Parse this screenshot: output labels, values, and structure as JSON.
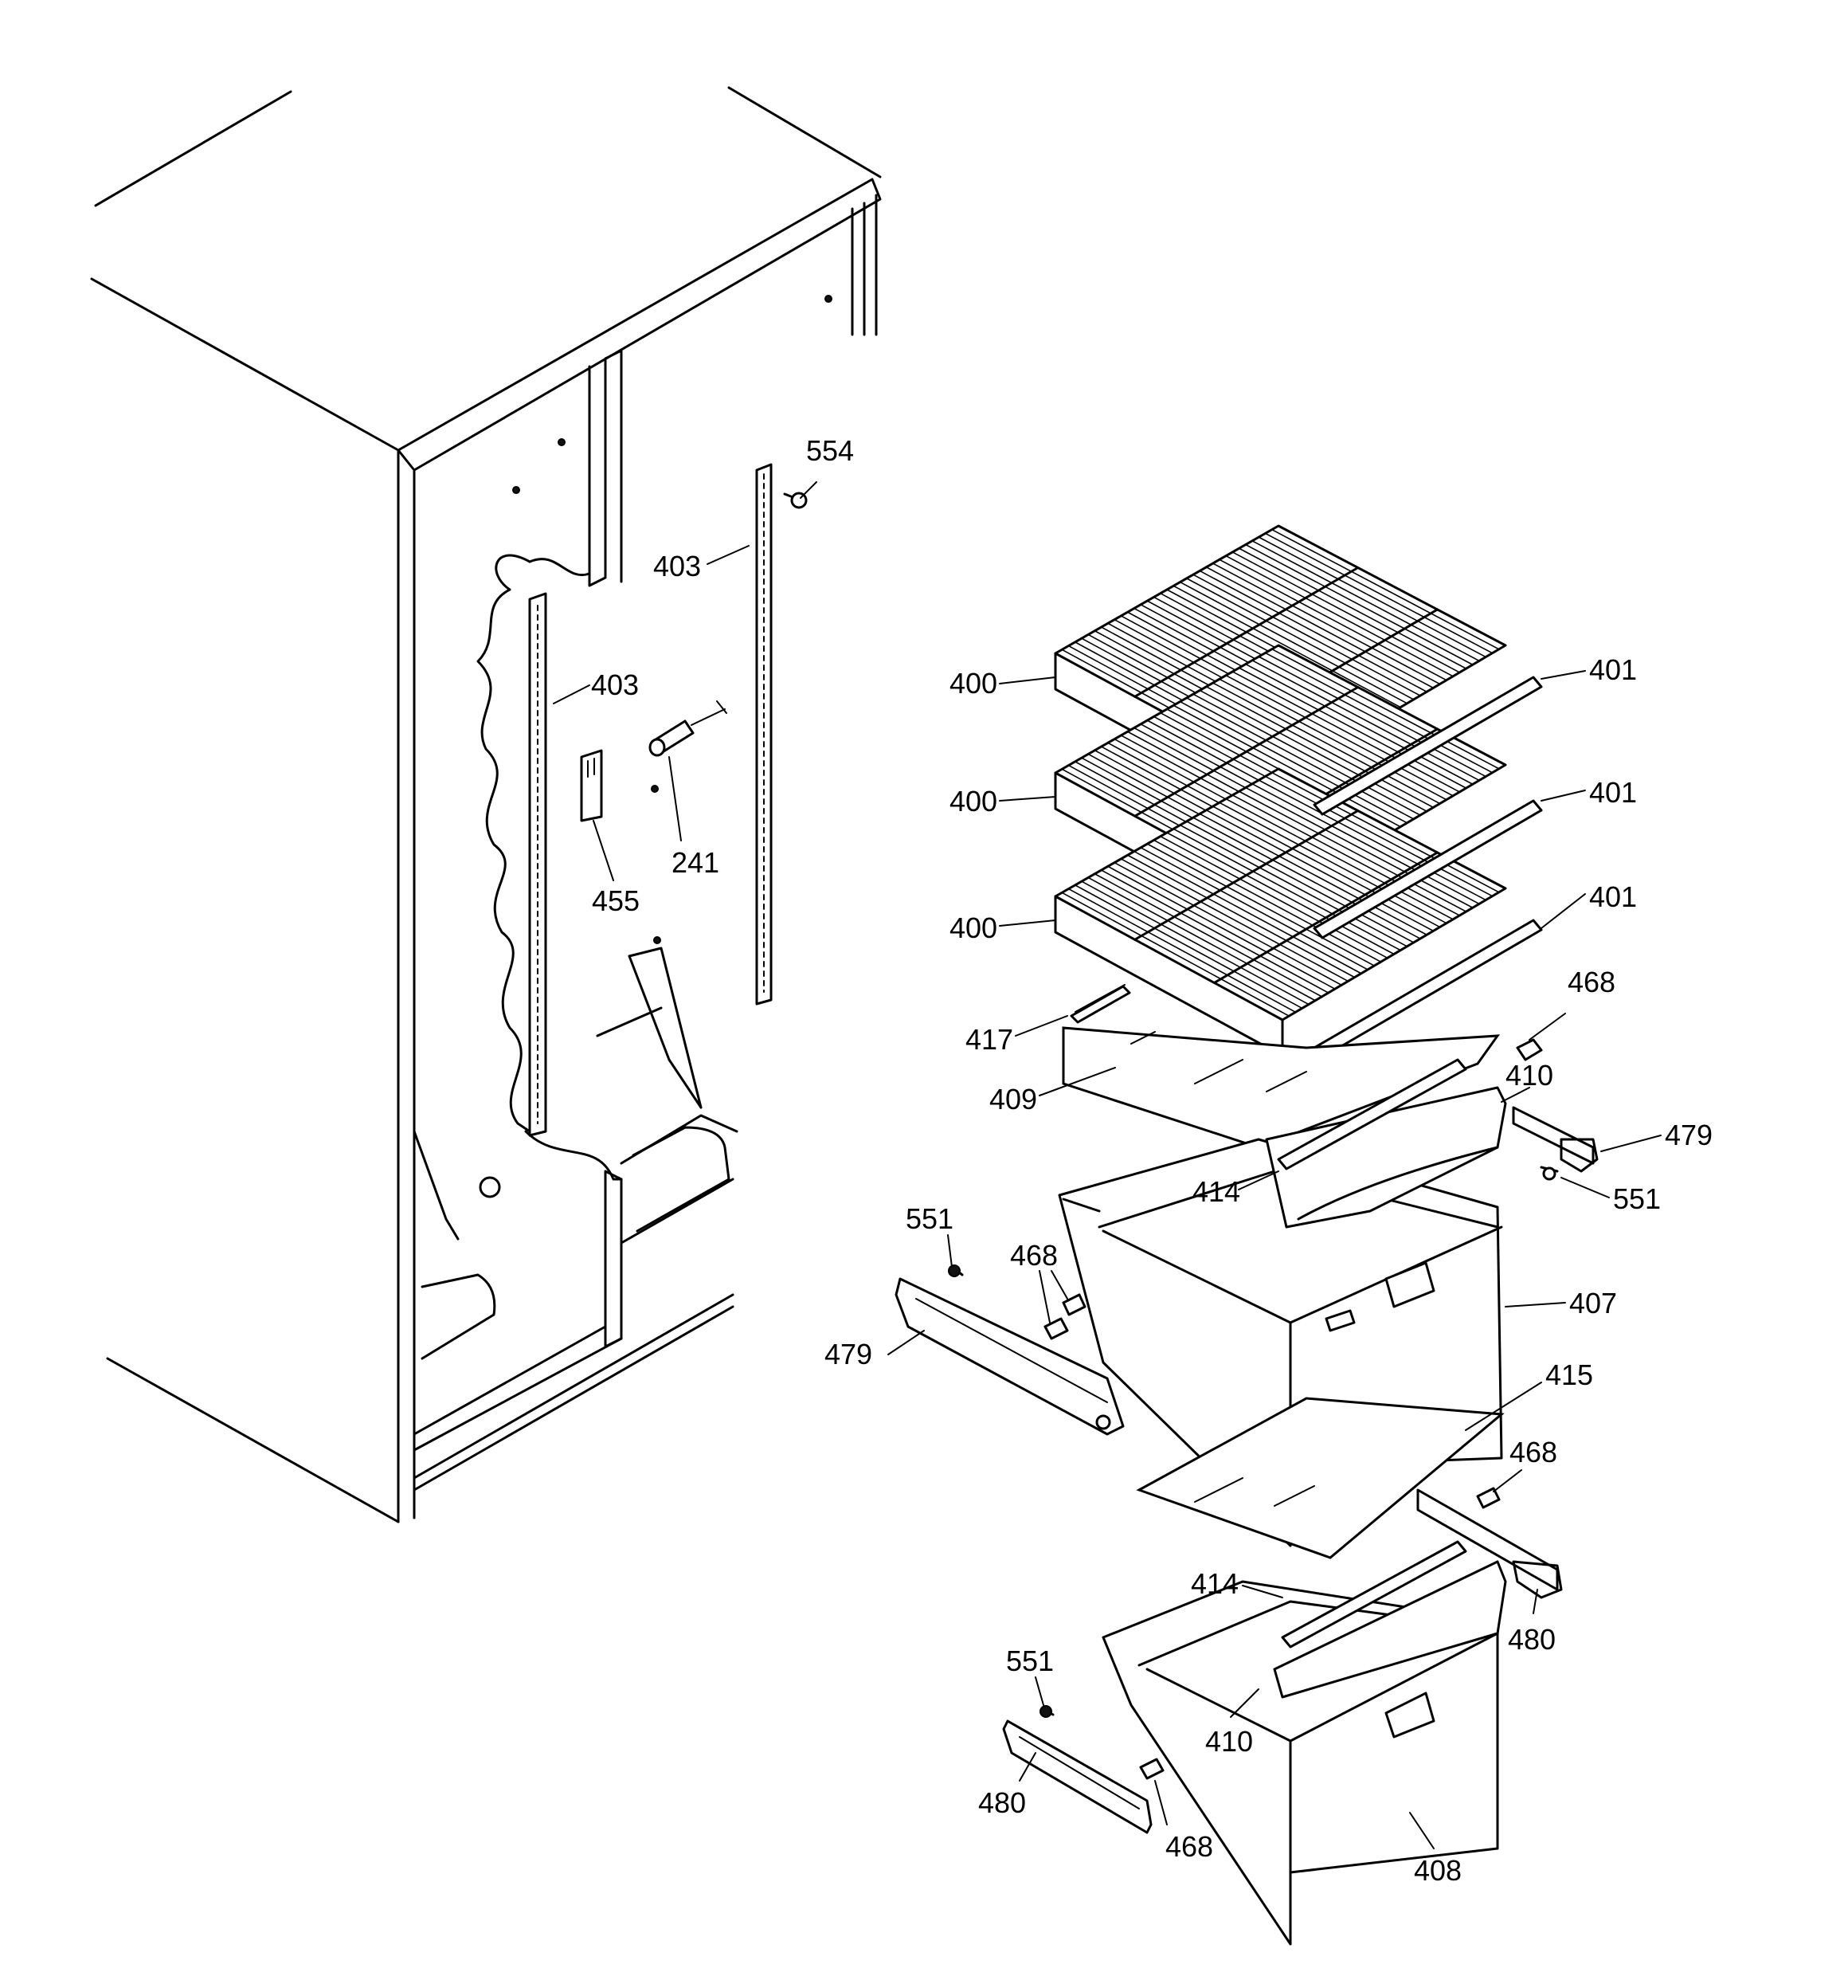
{
  "callouts": [
    {
      "id": "c554",
      "text": "554"
    },
    {
      "id": "c403a",
      "text": "403"
    },
    {
      "id": "c403b",
      "text": "403"
    },
    {
      "id": "c241",
      "text": "241"
    },
    {
      "id": "c455",
      "text": "455"
    },
    {
      "id": "c400a",
      "text": "400"
    },
    {
      "id": "c400b",
      "text": "400"
    },
    {
      "id": "c400c",
      "text": "400"
    },
    {
      "id": "c401a",
      "text": "401"
    },
    {
      "id": "c401b",
      "text": "401"
    },
    {
      "id": "c401c",
      "text": "401"
    },
    {
      "id": "c468a",
      "text": "468"
    },
    {
      "id": "c417",
      "text": "417"
    },
    {
      "id": "c409",
      "text": "409"
    },
    {
      "id": "c410a",
      "text": "410"
    },
    {
      "id": "c479a",
      "text": "479"
    },
    {
      "id": "c551a",
      "text": "551"
    },
    {
      "id": "c414a",
      "text": "414"
    },
    {
      "id": "c551b",
      "text": "551"
    },
    {
      "id": "c468b",
      "text": "468"
    },
    {
      "id": "c407",
      "text": "407"
    },
    {
      "id": "c479b",
      "text": "479"
    },
    {
      "id": "c415",
      "text": "415"
    },
    {
      "id": "c468c",
      "text": "468"
    },
    {
      "id": "c414b",
      "text": "414"
    },
    {
      "id": "c480a",
      "text": "480"
    },
    {
      "id": "c551c",
      "text": "551"
    },
    {
      "id": "c410b",
      "text": "410"
    },
    {
      "id": "c480b",
      "text": "480"
    },
    {
      "id": "c468d",
      "text": "468"
    },
    {
      "id": "c408",
      "text": "408"
    }
  ]
}
